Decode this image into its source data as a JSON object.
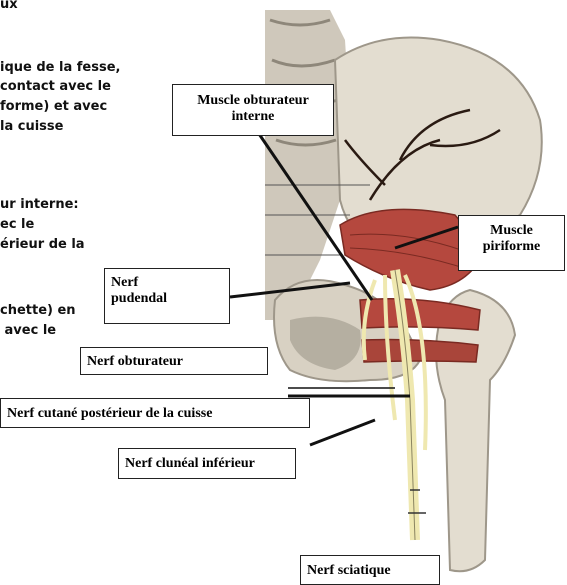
{
  "body_text": [
    "ux",
    "ique de la fesse,",
    "contact avec le",
    "forme) et avec",
    "la cuisse",
    "ur interne:",
    "ec le",
    "érieur de la",
    "chette) en",
    " avec le"
  ],
  "labels": {
    "obturateur_interne": "Muscle obturateur\ninterne",
    "piriforme": "Muscle\npiriforme",
    "pudendal": "Nerf\npudendal",
    "obturateur": "Nerf obturateur",
    "cutane": "Nerf cutané postérieur de la cuisse",
    "cluneal": "Nerf clunéal inférieur",
    "sciatique": "Nerf sciatique"
  },
  "colors": {
    "bone": "#e3ddd0",
    "bone_shadow": "#9e978a",
    "muscle": "#b5483e",
    "nerve": "#efe8b0",
    "vessel": "#2a1a12",
    "line": "#111111"
  }
}
